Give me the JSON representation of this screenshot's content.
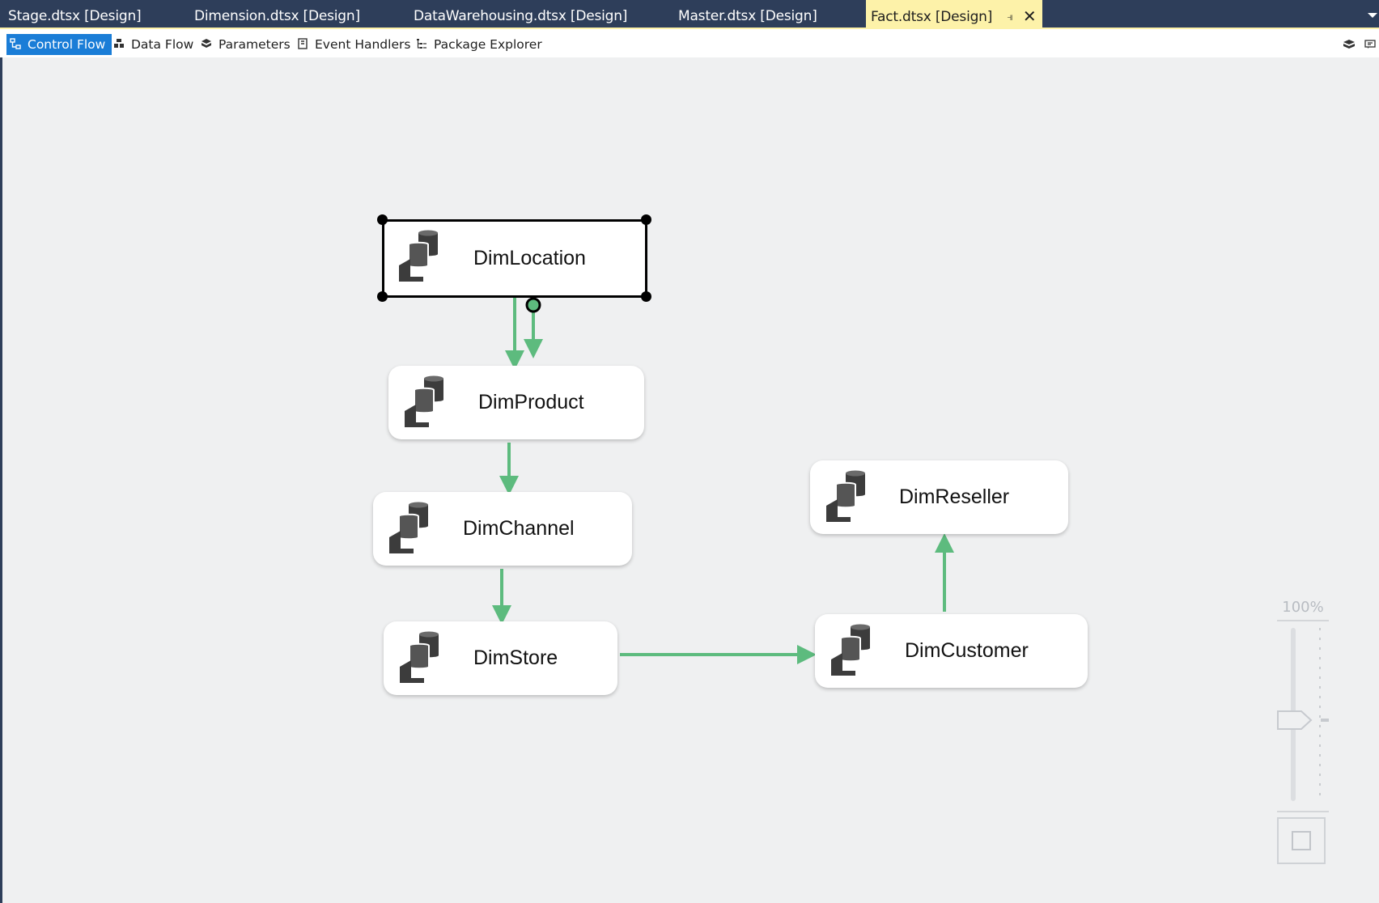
{
  "document_tabs": [
    {
      "label": "Stage.dtsx [Design]",
      "active": false
    },
    {
      "label": "Dimension.dtsx [Design]",
      "active": false
    },
    {
      "label": "DataWarehousing.dtsx [Design]",
      "active": false
    },
    {
      "label": "Master.dtsx [Design]",
      "active": false
    },
    {
      "label": "Fact.dtsx [Design]",
      "active": true
    }
  ],
  "designer_tabs": [
    {
      "label": "Control Flow",
      "icon": "control-flow-icon",
      "active": true
    },
    {
      "label": "Data Flow",
      "icon": "data-flow-icon",
      "active": false
    },
    {
      "label": "Parameters",
      "icon": "parameters-icon",
      "active": false
    },
    {
      "label": "Event Handlers",
      "icon": "event-handlers-icon",
      "active": false
    },
    {
      "label": "Package Explorer",
      "icon": "package-explorer-icon",
      "active": false
    }
  ],
  "tasks": [
    {
      "name": "DimLocation",
      "icon": "execute-package-task-icon",
      "selected": true
    },
    {
      "name": "DimProduct",
      "icon": "execute-package-task-icon",
      "selected": false
    },
    {
      "name": "DimChannel",
      "icon": "execute-package-task-icon",
      "selected": false
    },
    {
      "name": "DimStore",
      "icon": "execute-package-task-icon",
      "selected": false
    },
    {
      "name": "DimCustomer",
      "icon": "execute-package-task-icon",
      "selected": false
    },
    {
      "name": "DimReseller",
      "icon": "execute-package-task-icon",
      "selected": false
    }
  ],
  "precedence_constraints": [
    {
      "from": "DimLocation",
      "to": "DimProduct",
      "outcome": "success"
    },
    {
      "from": "DimProduct",
      "to": "DimChannel",
      "outcome": "success"
    },
    {
      "from": "DimChannel",
      "to": "DimStore",
      "outcome": "success"
    },
    {
      "from": "DimStore",
      "to": "DimCustomer",
      "outcome": "success"
    },
    {
      "from": "DimCustomer",
      "to": "DimReseller",
      "outcome": "success"
    }
  ],
  "zoom": {
    "label": "100%",
    "value_percent": 100
  },
  "colors": {
    "tab_bar": "#2e3e5a",
    "active_tab": "#fdf2a9",
    "active_subtab": "#1a7dd7",
    "success_arrow": "#5dbb7e",
    "canvas": "#eff0f1"
  }
}
